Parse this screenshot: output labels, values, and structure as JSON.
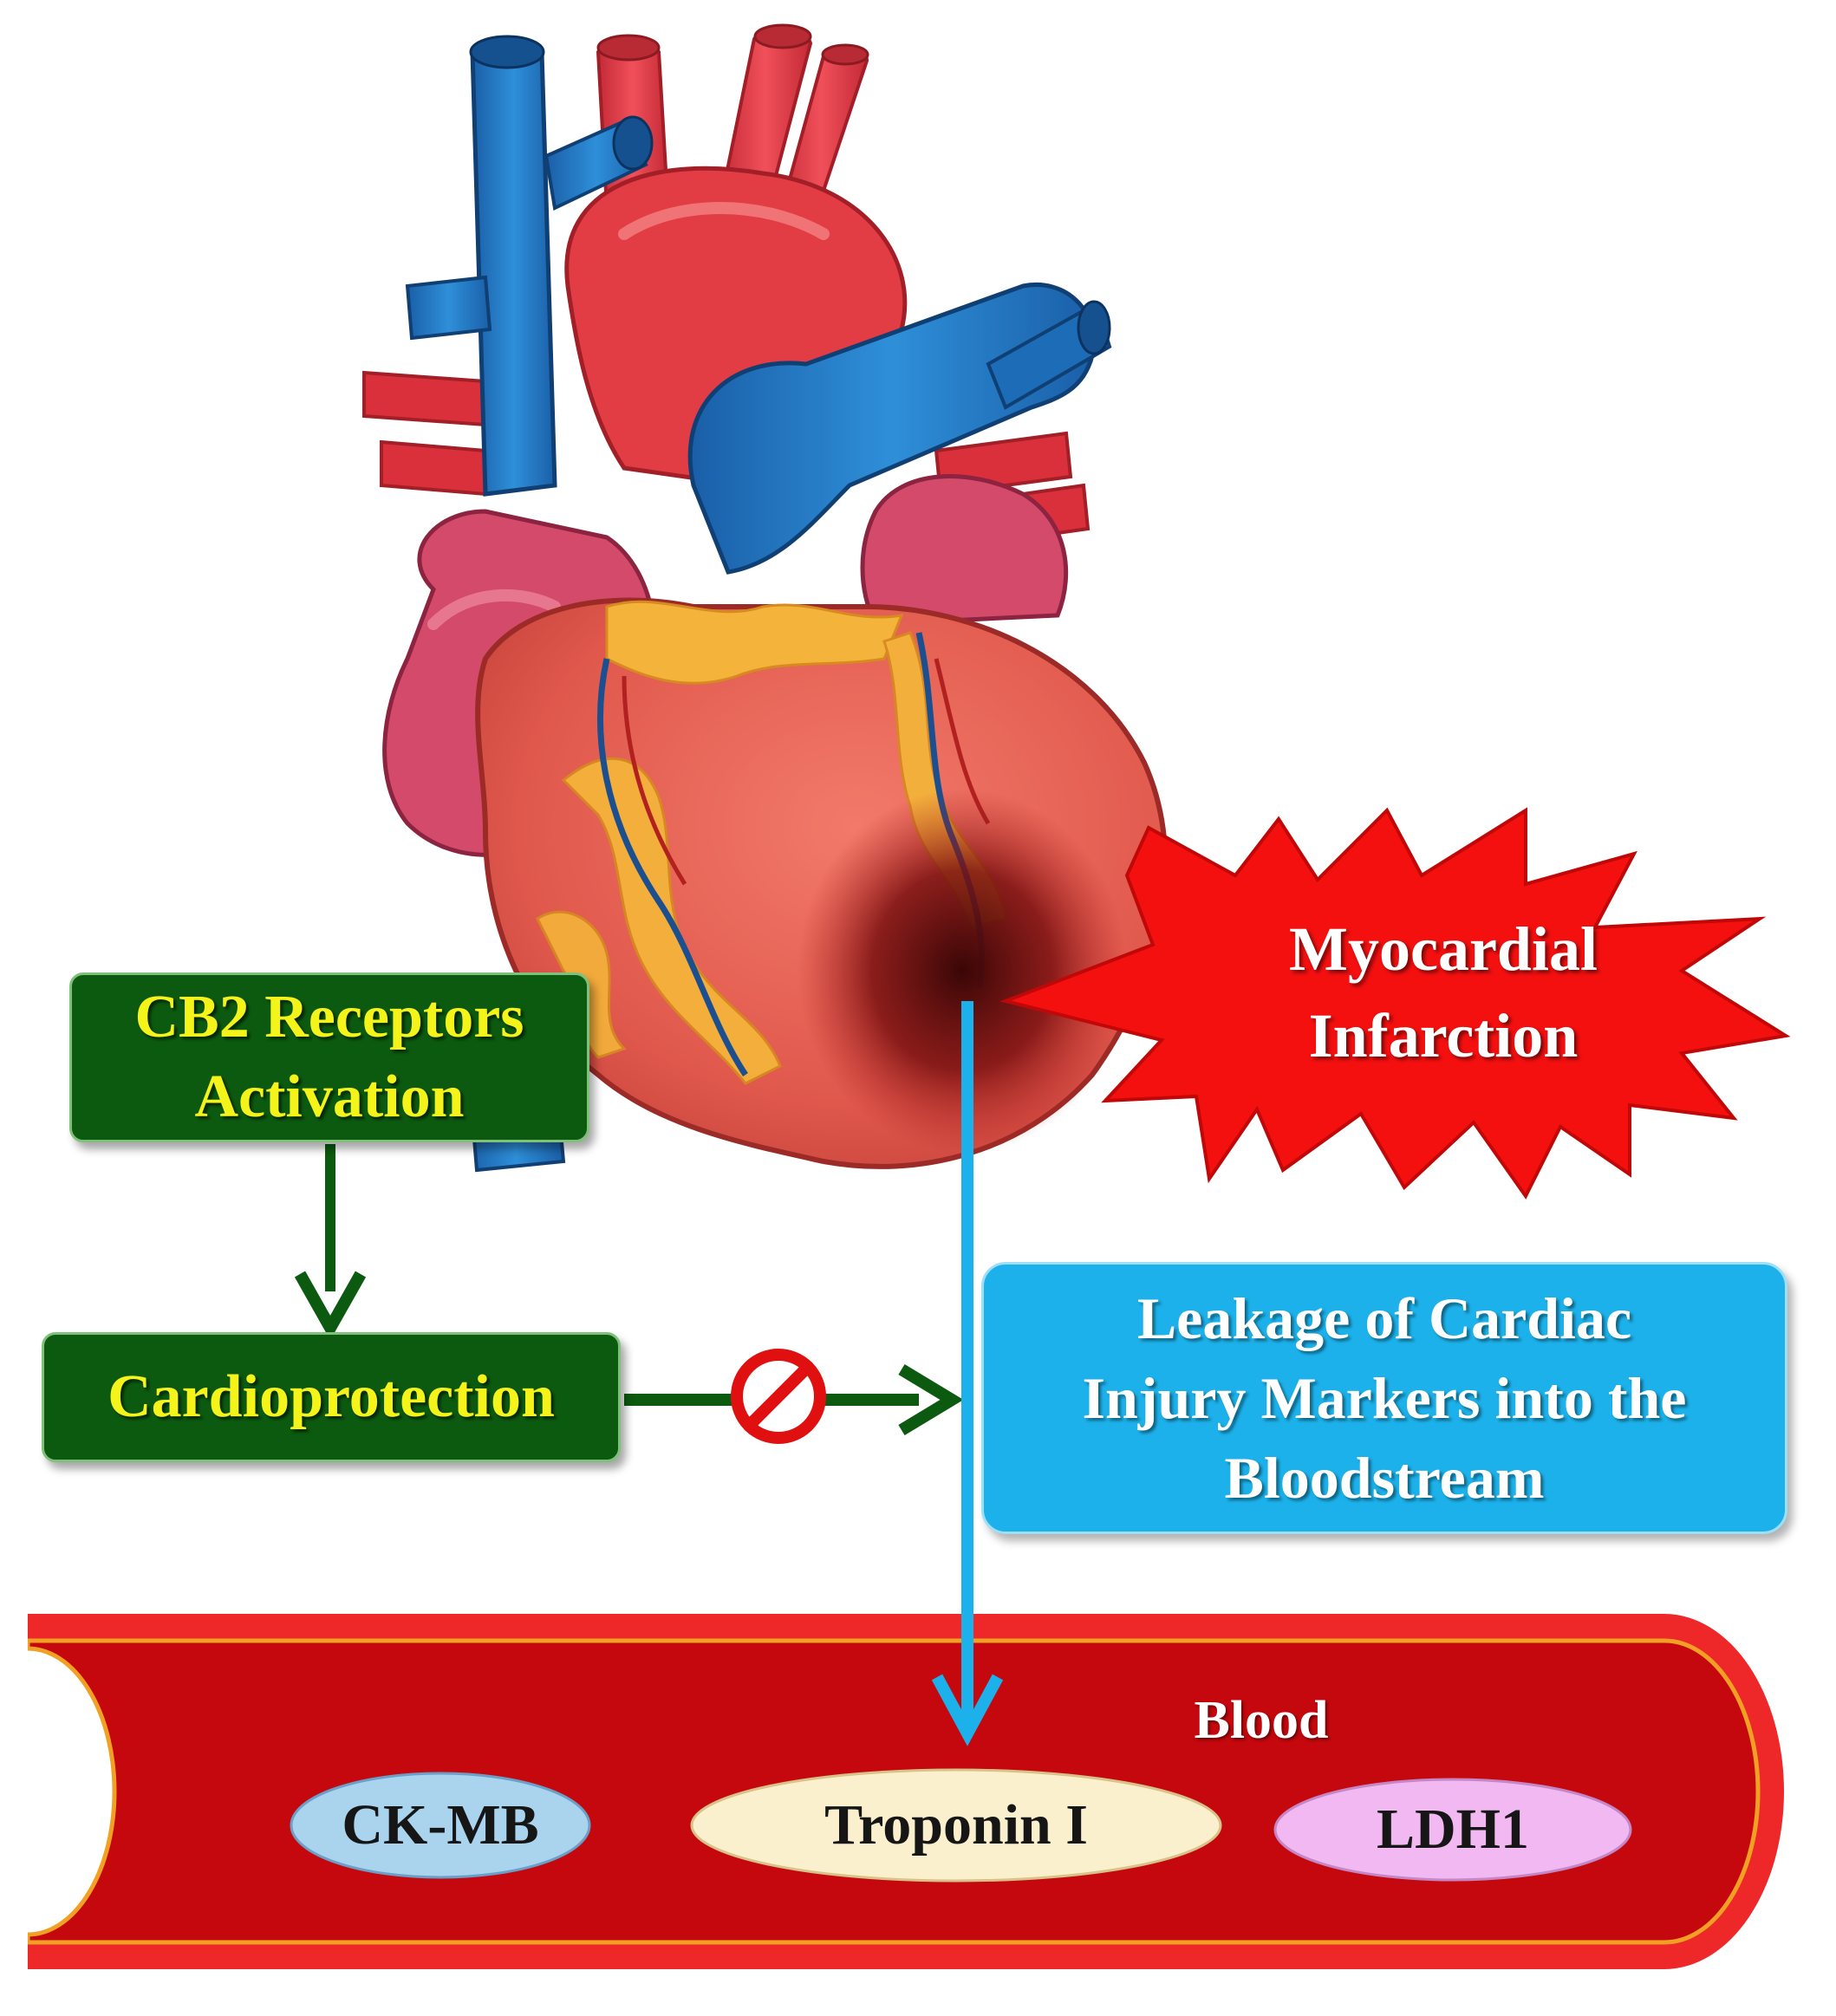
{
  "diagram": {
    "cb2_box": {
      "line1": "CB2 Receptors",
      "line2": "Activation"
    },
    "cardioprotection_box": {
      "label": "Cardioprotection"
    },
    "infarction_burst": {
      "line1": "Myocardial",
      "line2": "Infarction"
    },
    "leakage_box": {
      "line1": "Leakage of Cardiac",
      "line2": "Injury Markers into the",
      "line3": "Bloodstream"
    },
    "vessel": {
      "label": "Blood"
    },
    "markers": [
      {
        "label": "CK-MB",
        "color": "#aad3ee"
      },
      {
        "label": "Troponin I",
        "color": "#fbf0cd"
      },
      {
        "label": "LDH1",
        "color": "#f2b8f2"
      }
    ],
    "colors": {
      "green_box": "#0c5a10",
      "green_text": "#f4f41a",
      "blue_box": "#1cb1ea",
      "burst_red": "#f51010",
      "vessel_red": "#c4080e",
      "inhibition_icon": "#e01010"
    },
    "icons": [
      "heart-illustration",
      "inhibition-icon",
      "infarction-burst"
    ]
  }
}
